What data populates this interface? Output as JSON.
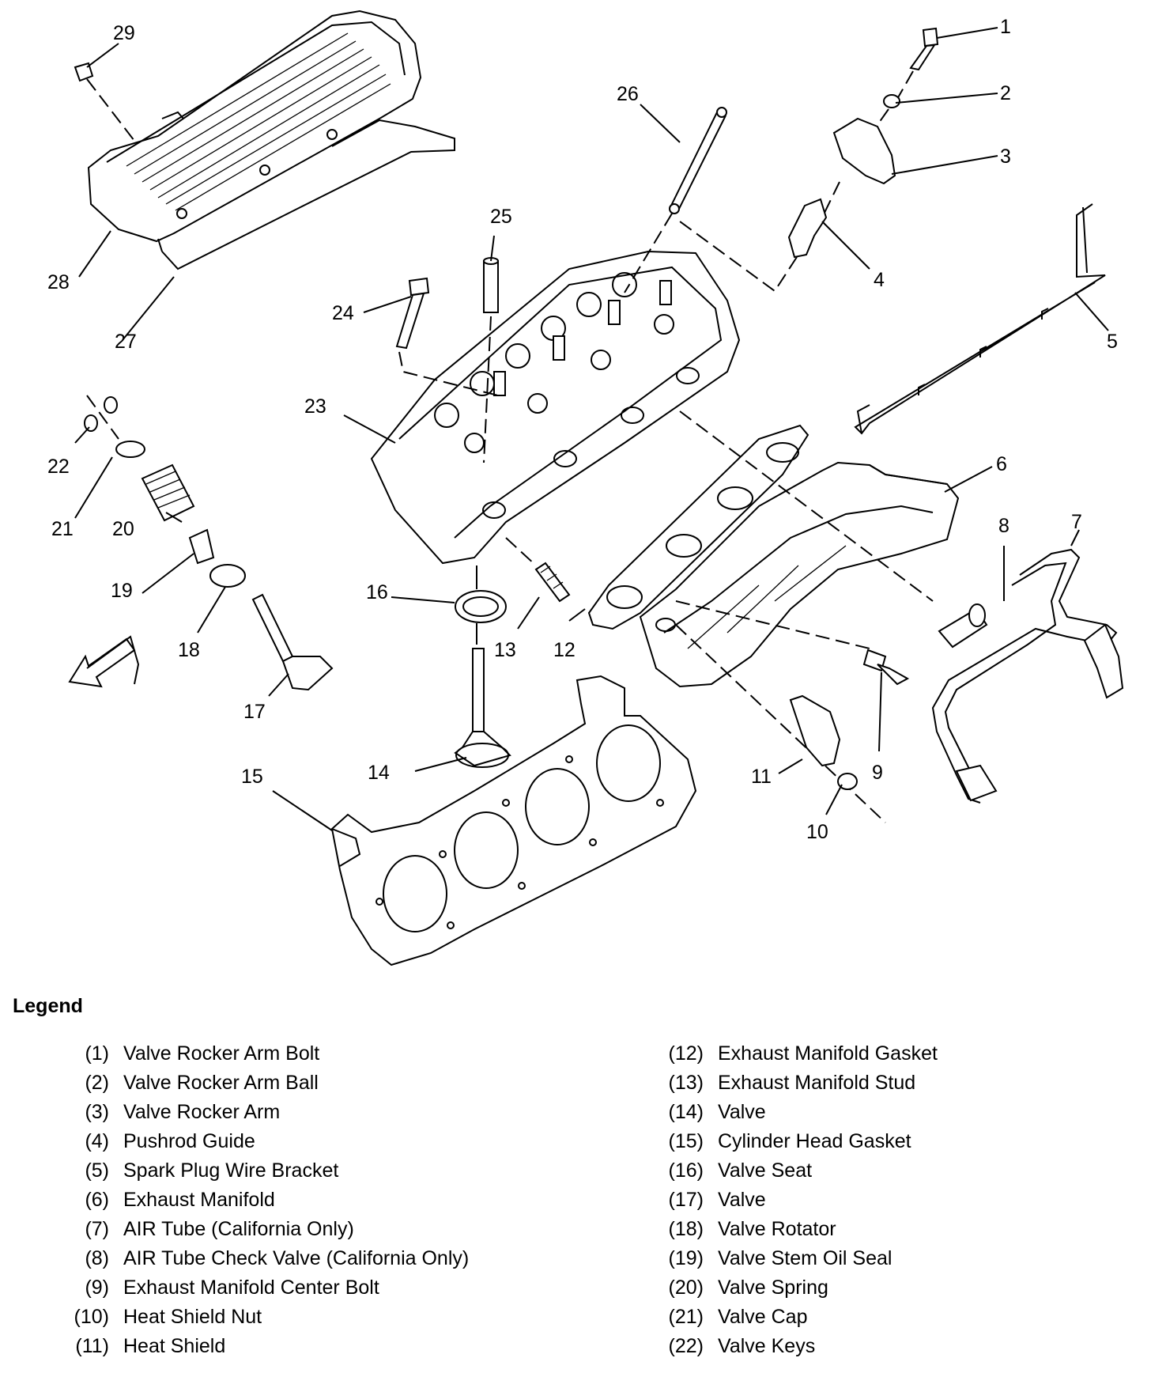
{
  "legend_title": "Legend",
  "legend": [
    {
      "num": "(1)",
      "name": "Valve Rocker Arm Bolt"
    },
    {
      "num": "(2)",
      "name": "Valve Rocker Arm Ball"
    },
    {
      "num": "(3)",
      "name": "Valve Rocker Arm"
    },
    {
      "num": "(4)",
      "name": "Pushrod Guide"
    },
    {
      "num": "(5)",
      "name": "Spark Plug Wire Bracket"
    },
    {
      "num": "(6)",
      "name": "Exhaust Manifold"
    },
    {
      "num": "(7)",
      "name": "AIR Tube (California Only)"
    },
    {
      "num": "(8)",
      "name": "AIR Tube Check Valve (California Only)"
    },
    {
      "num": "(9)",
      "name": "Exhaust Manifold Center Bolt"
    },
    {
      "num": "(10)",
      "name": "Heat Shield Nut"
    },
    {
      "num": "(11)",
      "name": "Heat Shield"
    },
    {
      "num": "(12)",
      "name": "Exhaust Manifold Gasket"
    },
    {
      "num": "(13)",
      "name": "Exhaust Manifold Stud"
    },
    {
      "num": "(14)",
      "name": "Valve"
    },
    {
      "num": "(15)",
      "name": "Cylinder Head Gasket"
    },
    {
      "num": "(16)",
      "name": "Valve Seat"
    },
    {
      "num": "(17)",
      "name": "Valve"
    },
    {
      "num": "(18)",
      "name": "Valve Rotator"
    },
    {
      "num": "(19)",
      "name": "Valve Stem Oil Seal"
    },
    {
      "num": "(20)",
      "name": "Valve Spring"
    },
    {
      "num": "(21)",
      "name": "Valve Cap"
    },
    {
      "num": "(22)",
      "name": "Valve Keys"
    }
  ],
  "callouts": [
    "1",
    "2",
    "3",
    "4",
    "5",
    "6",
    "7",
    "8",
    "9",
    "10",
    "11",
    "12",
    "13",
    "14",
    "15",
    "16",
    "17",
    "18",
    "19",
    "20",
    "21",
    "22",
    "23",
    "24",
    "25",
    "26",
    "27",
    "28",
    "29"
  ]
}
